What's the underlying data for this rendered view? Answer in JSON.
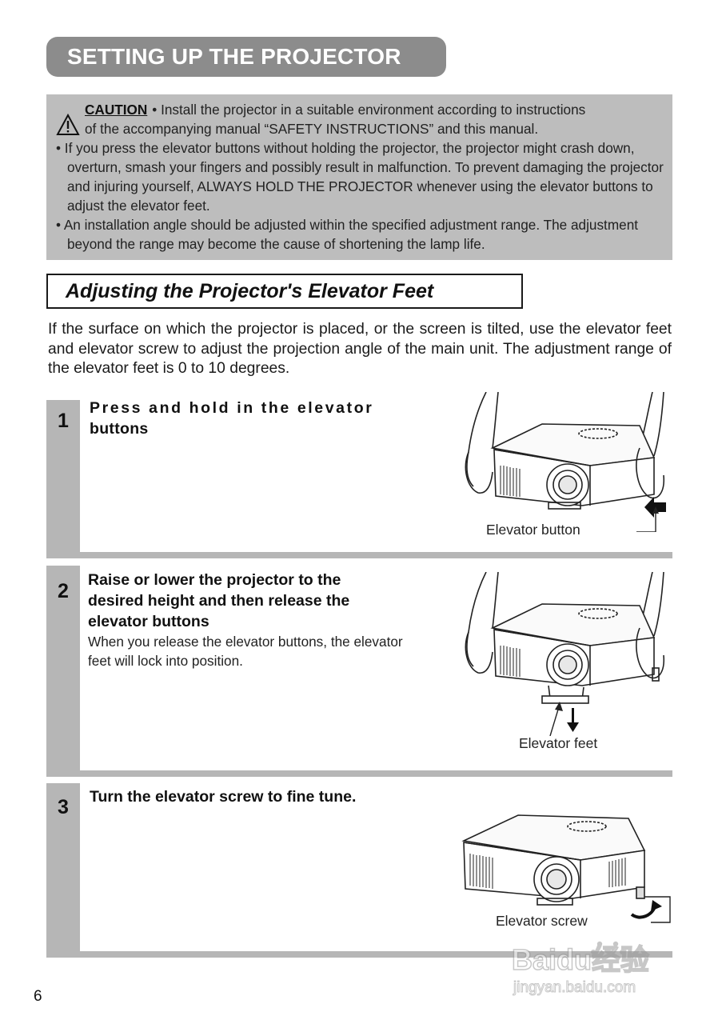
{
  "header": {
    "title": "SETTING UP THE PROJECTOR"
  },
  "caution": {
    "label": "CAUTION",
    "first_line": "• Install the projector in a suitable environment according to instructions",
    "first_line_cont": "of the accompanying manual “SAFETY INSTRUCTIONS” and this manual.",
    "bullets": [
      "• If you press the elevator buttons without holding the projector, the projector might crash down, overturn, smash your fingers and possibly result in malfunction. To prevent damaging the projector and injuring yourself, ALWAYS HOLD THE PROJECTOR whenever using the elevator buttons to adjust the elevator feet.",
      "• An installation angle should be adjusted within the specified adjustment range. The adjustment beyond the range may become the cause of shortening the lamp life."
    ]
  },
  "section": {
    "title": "Adjusting the Projector's Elevator Feet"
  },
  "intro": "If the surface on which the projector is placed, or the screen is tilted, use the elevator feet and elevator screw to adjust the projection angle of the main unit. The adjustment range of the elevator feet is 0 to 10 degrees.",
  "steps": [
    {
      "number": "1",
      "title_line1": "Press and hold in the elevator",
      "title_line2": "buttons",
      "description": "",
      "figure_label": "Elevator button"
    },
    {
      "number": "2",
      "title_line1": "Raise or lower the projector to the",
      "title_line2": "desired height and then release the",
      "title_line3": "elevator buttons",
      "description_line1": "When you release the elevator buttons, the elevator",
      "description_line2": "feet will lock into position.",
      "figure_label": "Elevator feet"
    },
    {
      "number": "3",
      "title_line1": "Turn the elevator screw to fine tune.",
      "figure_label": "Elevator screw"
    }
  ],
  "page_number": "6",
  "watermark": {
    "brand": "Baidu经验",
    "url": "jingyan.baidu.com"
  }
}
